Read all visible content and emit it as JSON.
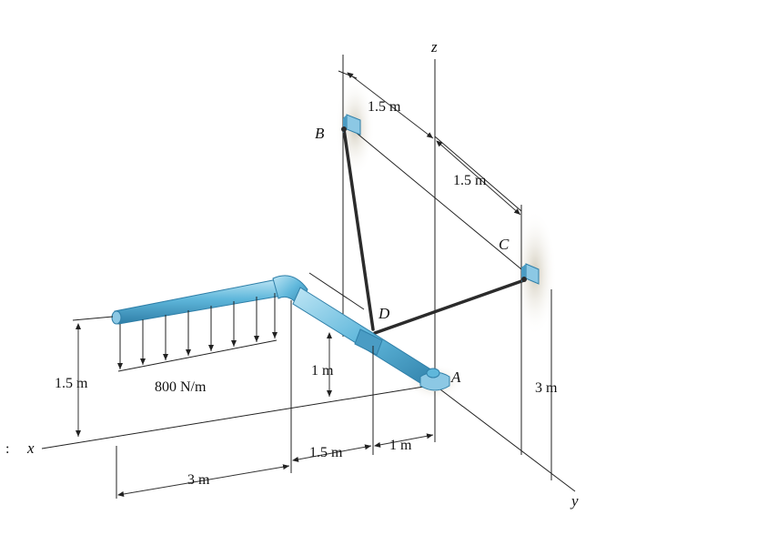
{
  "labels": {
    "z_axis": "z",
    "x_axis": "x",
    "y_axis": "y",
    "point_a": "A",
    "point_b": "B",
    "point_c": "C",
    "point_d": "D",
    "dim_b_top": "1.5 m",
    "dim_c_top": "1.5 m",
    "dim_c_height": "3 m",
    "dim_left_height": "1.5 m",
    "dim_d_height": "1 m",
    "dim_bottom_3m": "3 m",
    "dim_bottom_15m": "1.5 m",
    "dim_bottom_1m": "1 m",
    "load": "800 N/m",
    "stray_mark": ":"
  },
  "colors": {
    "pipe": "#5fb7db",
    "pipe_dark": "#2f7fa8",
    "pipe_light": "#bfe6f5",
    "support_shadow": "#d9d4c8",
    "support_plate": "#8cc8e4"
  }
}
